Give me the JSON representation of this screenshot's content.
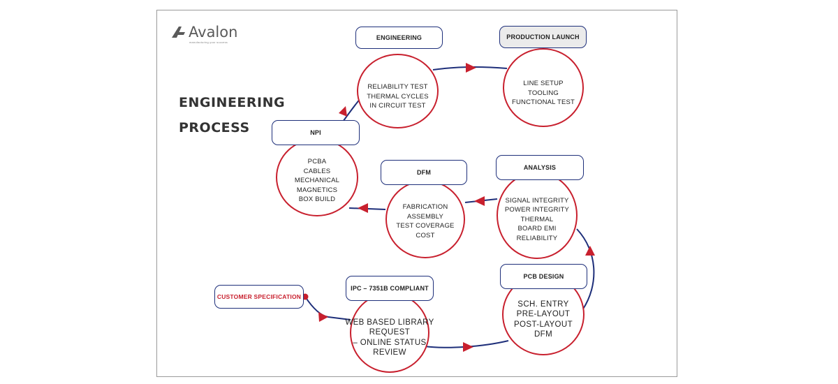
{
  "brand": {
    "name": "Avalon",
    "tagline": "manufacturing your success"
  },
  "title": {
    "line1": "ENGINEERING",
    "line2": "PROCESS"
  },
  "colors": {
    "node_border": "#c8202e",
    "label_border": "#1e2f7a",
    "connector": "#1e2f7a",
    "arrow": "#c8202e",
    "highlight_label_bg": "#ebebeb",
    "title_text": "#333333"
  },
  "nodes": {
    "customer_spec": {
      "label": "CUSTOMER SPECIFICATION"
    },
    "ipc": {
      "label": "IPC – 7351B COMPLIANT",
      "lines": [
        "WEB BASED LIBRARY",
        "REQUEST",
        "– ONLINE STATUS",
        "REVIEW"
      ]
    },
    "pcb_design": {
      "label": "PCB DESIGN",
      "lines": [
        "SCH. ENTRY",
        "PRE-LAYOUT",
        "POST-LAYOUT",
        "DFM"
      ]
    },
    "analysis": {
      "label": "ANALYSIS",
      "lines": [
        "SIGNAL INTEGRITY",
        "POWER INTEGRITY",
        "THERMAL",
        "BOARD EMI",
        "RELIABILITY"
      ]
    },
    "dfm": {
      "label": "DFM",
      "lines": [
        "FABRICATION",
        "ASSEMBLY",
        "TEST COVERAGE",
        "COST"
      ]
    },
    "npi": {
      "label": "NPI",
      "lines": [
        "PCBA",
        "CABLES",
        "MECHANICAL",
        "MAGNETICS",
        "BOX BUILD"
      ]
    },
    "engineering": {
      "label": "ENGINEERING",
      "lines": [
        "RELIABILITY TEST",
        "THERMAL CYCLES",
        "IN CIRCUIT TEST"
      ]
    },
    "production_launch": {
      "label": "PRODUCTION LAUNCH",
      "lines": [
        "LINE SETUP",
        "TOOLING",
        "FUNCTIONAL TEST"
      ]
    }
  }
}
